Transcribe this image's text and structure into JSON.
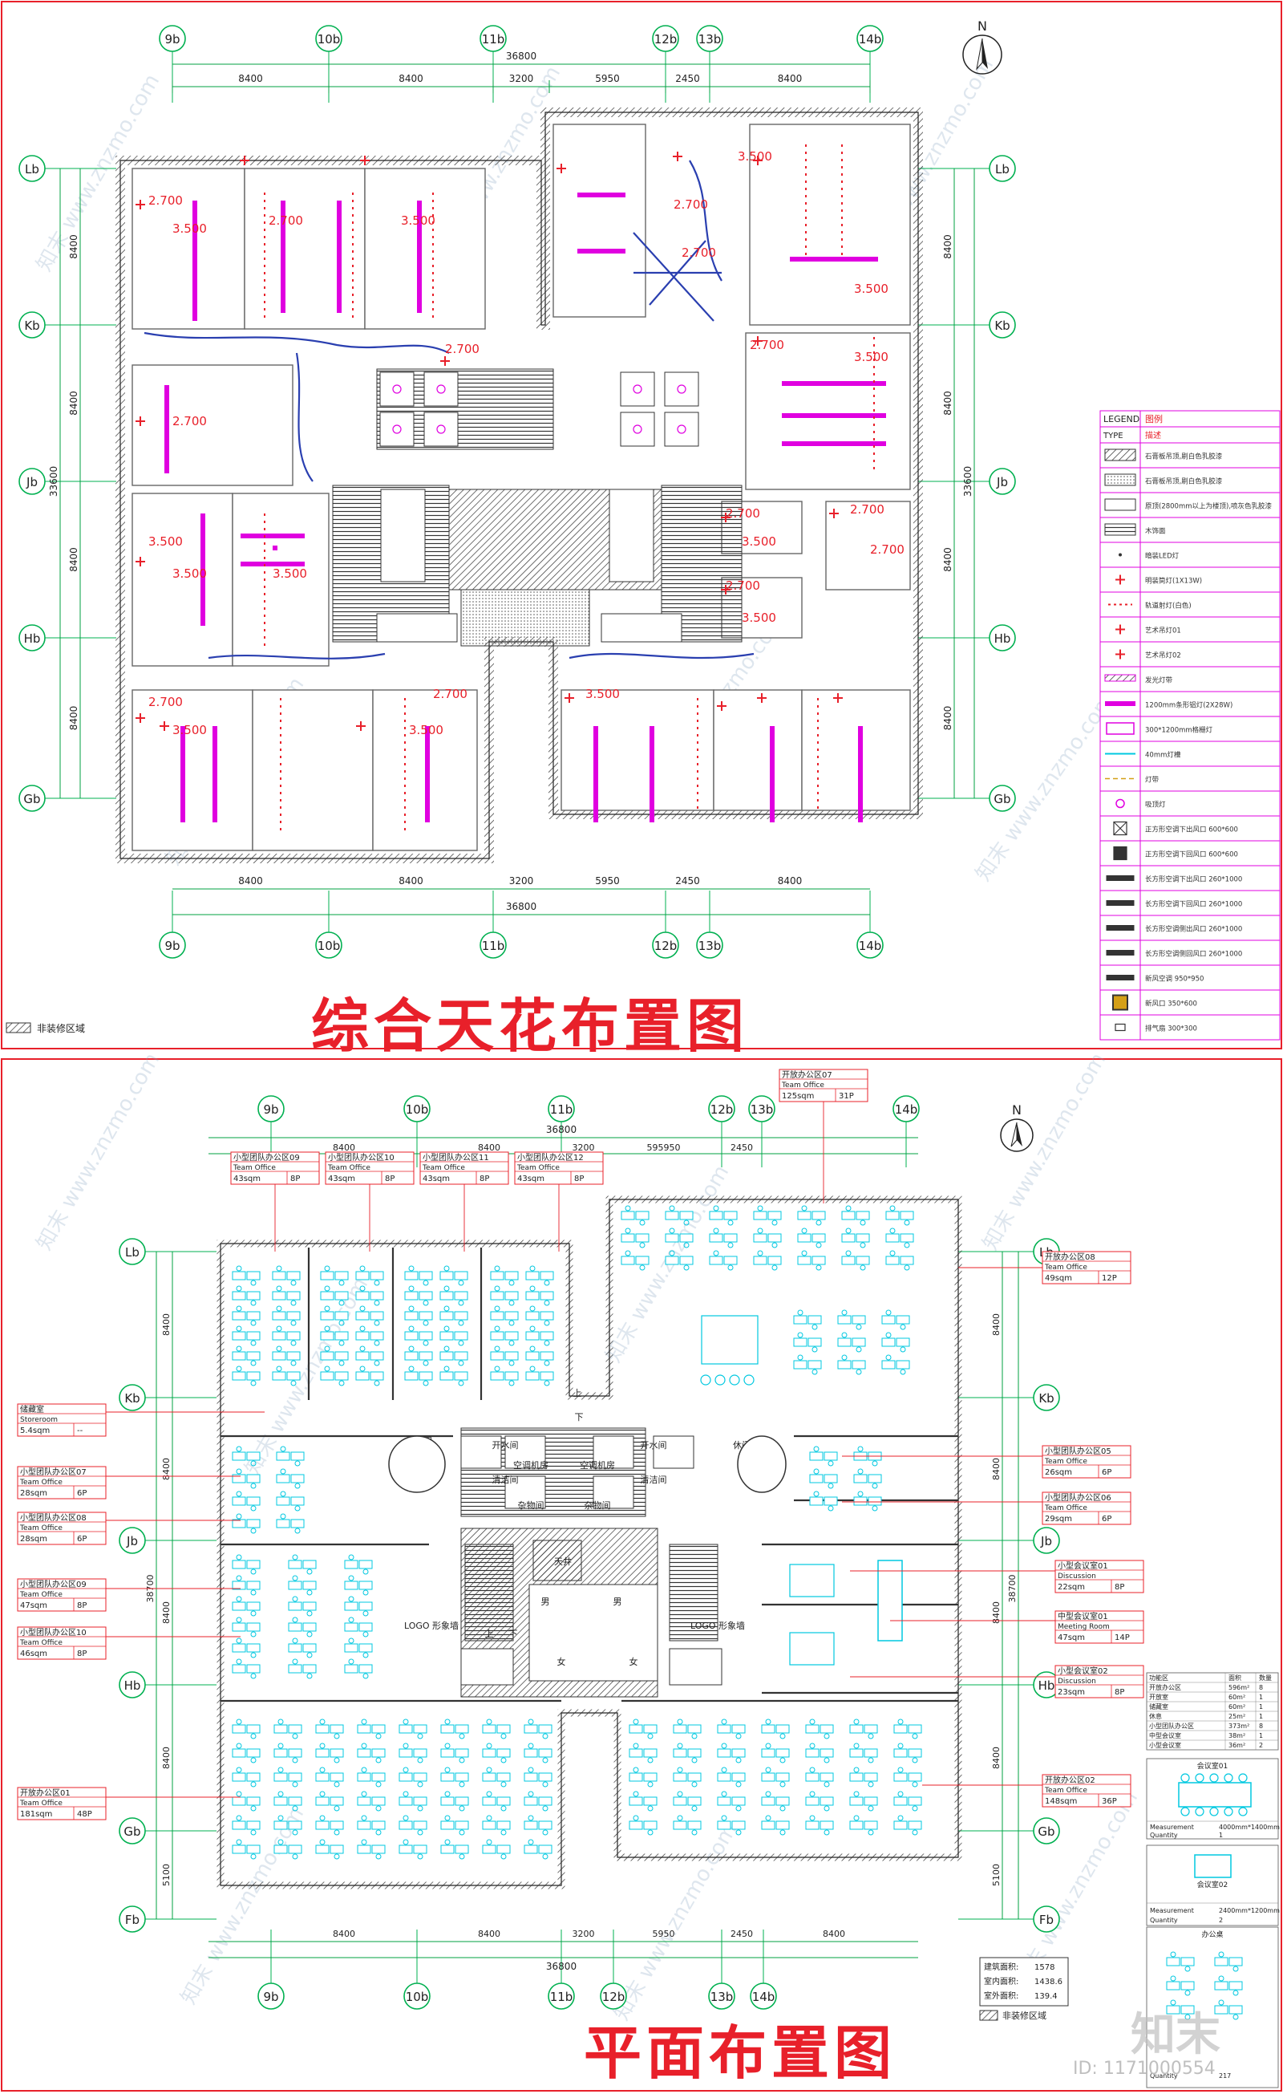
{
  "titles": {
    "ceiling": "综合天花布置图",
    "floor": "平面布置图"
  },
  "north": "N",
  "ceiling_plan": {
    "axes_top": [
      "9b",
      "10b",
      "11b",
      "12b",
      "13b",
      "14b"
    ],
    "axes_side": [
      "Lb",
      "Kb",
      "Jb",
      "Hb",
      "Gb"
    ],
    "dims_top": [
      "8400",
      "8400",
      "3200",
      "5950",
      "2450",
      "8400"
    ],
    "dim_total": "36800",
    "dims_side": [
      "8400",
      "8400",
      "8400",
      "8400"
    ],
    "dim_side_total": "33600",
    "heights": [
      "2.700",
      "3.500",
      "2.700",
      "3.500",
      "3.500",
      "3.500",
      "2.700",
      "3.500",
      "2.700",
      "3.500",
      "2.700",
      "3.500",
      "2.700",
      "3.500",
      "2.700",
      "2.700",
      "3.500",
      "2.700",
      "3.500",
      "2.700",
      "3.500",
      "2.700",
      "3.500",
      "2.700",
      "2.700",
      "3.500"
    ],
    "unfinished_area": "非装修区域"
  },
  "legend": {
    "header_left": "LEGEND",
    "header_right": "图例",
    "type_label": "TYPE",
    "desc_label": "描述",
    "items": [
      "石膏板吊顶,刷白色乳胶漆",
      "石膏板吊顶,刷白色乳胶漆",
      "原顶(2800mm以上为楼顶),喷灰色乳胶漆",
      "木饰面",
      "暗装LED灯",
      "明装筒灯(1X13W)",
      "轨道射灯(白色)",
      "艺术吊灯01",
      "艺术吊灯02",
      "发光灯带",
      "1200mm条形铝灯(2X28W)",
      "300*1200mm格栅灯",
      "40mm灯槽",
      "灯带",
      "吸顶灯",
      "正方形空调下出风口 600*600",
      "正方形空调下回风口 600*600",
      "长方形空调下出风口 260*1000",
      "长方形空调下回风口 260*1000",
      "长方形空调侧出风口 260*1000",
      "长方形空调侧回风口 260*1000",
      "新风空调 950*950",
      "新风口 350*600",
      "排气扇 300*300"
    ]
  },
  "floor_plan": {
    "axes_top": [
      "9b",
      "10b",
      "11b",
      "12b",
      "13b",
      "14b"
    ],
    "axes_side": [
      "Lb",
      "Kb",
      "Jb",
      "Hb",
      "Gb",
      "Fb"
    ],
    "dims_top": [
      "8400",
      "8400",
      "3200",
      "595950",
      "2450"
    ],
    "dim_total": "36800",
    "dims_bottom": [
      "8400",
      "8400",
      "3200",
      "5950",
      "2450",
      "8400"
    ],
    "dims_side": [
      "8400",
      "8400",
      "8400",
      "8400",
      "5100"
    ],
    "dim_side_total": "38700",
    "rooms": [
      {
        "name": "小型团队办公区09",
        "en": "Team Office",
        "area": "43sqm",
        "ppl": "8P"
      },
      {
        "name": "小型团队办公区10",
        "en": "Team Office",
        "area": "43sqm",
        "ppl": "8P"
      },
      {
        "name": "小型团队办公区11",
        "en": "Team Office",
        "area": "43sqm",
        "ppl": "8P"
      },
      {
        "name": "小型团队办公区12",
        "en": "Team Office",
        "area": "43sqm",
        "ppl": "8P"
      },
      {
        "name": "开放办公区07",
        "en": "Team Office",
        "area": "125sqm",
        "ppl": "31P"
      },
      {
        "name": "开放办公区08",
        "en": "Team Office",
        "area": "49sqm",
        "ppl": "12P"
      },
      {
        "name": "储藏室",
        "en": "Storeroom",
        "area": "5.4sqm",
        "ppl": "--"
      },
      {
        "name": "小型团队办公区07",
        "en": "Team Office",
        "area": "28sqm",
        "ppl": "6P"
      },
      {
        "name": "小型团队办公区08",
        "en": "Team Office",
        "area": "28sqm",
        "ppl": "6P"
      },
      {
        "name": "小型团队办公区09",
        "en": "Team Office",
        "area": "47sqm",
        "ppl": "8P"
      },
      {
        "name": "小型团队办公区10",
        "en": "Team Office",
        "area": "46sqm",
        "ppl": "8P"
      },
      {
        "name": "小型团队办公区05",
        "en": "Team Office",
        "area": "26sqm",
        "ppl": "6P"
      },
      {
        "name": "小型团队办公区06",
        "en": "Team Office",
        "area": "29sqm",
        "ppl": "6P"
      },
      {
        "name": "小型会议室01",
        "en": "Discussion",
        "area": "22sqm",
        "ppl": "8P"
      },
      {
        "name": "中型会议室01",
        "en": "Meeting Room",
        "area": "47sqm",
        "ppl": "14P"
      },
      {
        "name": "小型会议室02",
        "en": "Discussion",
        "area": "23sqm",
        "ppl": "8P"
      },
      {
        "name": "开放办公区01",
        "en": "Team Office",
        "area": "181sqm",
        "ppl": "48P"
      },
      {
        "name": "开放办公区02",
        "en": "Team Office",
        "area": "148sqm",
        "ppl": "36P"
      }
    ],
    "core_labels": [
      "开水间",
      "开水间",
      "清洁间",
      "清洁间",
      "空调机房",
      "空调机房",
      "杂物间",
      "杂物间",
      "男",
      "女",
      "男",
      "女",
      "天井",
      "上",
      "下",
      "上",
      "下",
      "休闲",
      "休闲",
      "LOGO 形象墙",
      "LOGO 形象墙"
    ],
    "area_summary": [
      {
        "k": "建筑面积:",
        "v": "1578"
      },
      {
        "k": "室内面积:",
        "v": "1438.6"
      },
      {
        "k": "室外面积:",
        "v": "139.4"
      }
    ],
    "stat_table": [
      [
        "功能区",
        "面积",
        "数量"
      ],
      [
        "开放办公区",
        "596m²",
        "8"
      ],
      [
        "开放室",
        "60m²",
        "1"
      ],
      [
        "储藏室",
        "60m²",
        "1"
      ],
      [
        "休息",
        "25m²",
        "1"
      ],
      [
        "小型团队办公区",
        "373m²",
        "8"
      ],
      [
        "中型会议室",
        "38m²",
        "1"
      ],
      [
        "小型会议室",
        "36m²",
        "2"
      ]
    ],
    "meeting01": {
      "title": "会议室01",
      "measure_k": "Measurement",
      "measure_v": "4000mm*1400mm",
      "qty_k": "Quantity",
      "qty_v": "1"
    },
    "meeting02": {
      "title": "会议室02",
      "measure_k": "Measurement",
      "measure_v": "2400mm*1200mm",
      "qty_k": "Quantity",
      "qty_v": "2"
    },
    "office": {
      "title": "办公桌",
      "qty_k": "Quantity",
      "qty_v": "217"
    },
    "unfinished_area": "非装修区域"
  },
  "watermark": {
    "site": "www.znzmo.com",
    "logo": "知末",
    "id": "ID: 1171000554"
  },
  "colors": {
    "axis_green": "#00b050",
    "dim_green": "#00a040",
    "red": "#e8202a",
    "magenta": "#e000e0",
    "cyan": "#00c8e0",
    "wall": "#555555"
  }
}
